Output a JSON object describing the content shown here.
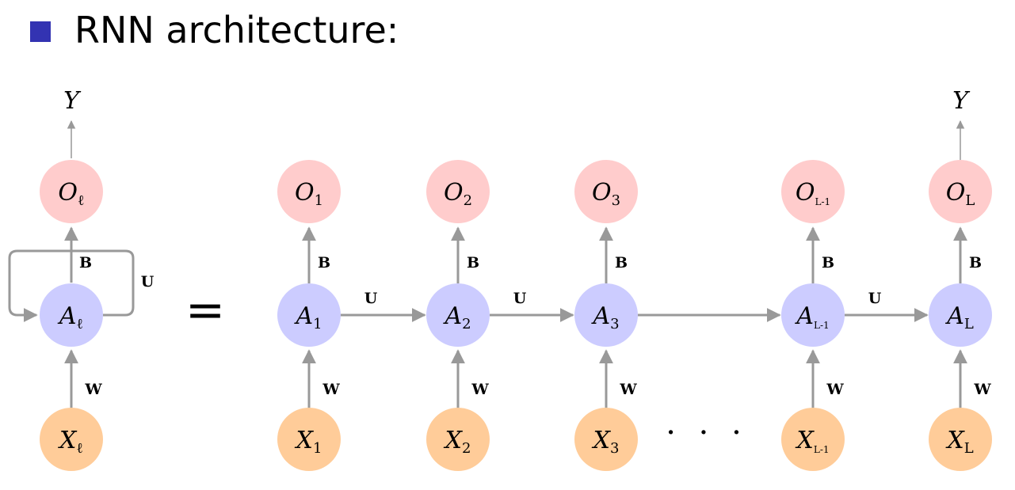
{
  "heading": {
    "text": "RNN architecture:",
    "bullet_color": "#3333b2"
  },
  "colors": {
    "output_node": "#ffcccc",
    "hidden_node": "#ccccff",
    "input_node": "#ffcc99",
    "arrow": "#999999"
  },
  "rolled": {
    "output": {
      "sym": "O",
      "sub": "ℓ"
    },
    "hidden": {
      "sym": "A",
      "sub": "ℓ"
    },
    "input": {
      "sym": "X",
      "sub": "ℓ"
    },
    "output_label": "Y",
    "weights": {
      "B": "B",
      "U": "U",
      "W": "W"
    }
  },
  "equals": "=",
  "unrolled": {
    "steps": [
      {
        "sub": "1",
        "weight_B": "B",
        "weight_W": "W",
        "weight_U": "U"
      },
      {
        "sub": "2",
        "weight_B": "B",
        "weight_W": "W",
        "weight_U": "U"
      },
      {
        "sub": "3",
        "weight_B": "B",
        "weight_W": "W",
        "weight_U": ""
      },
      {
        "sub": "L-1",
        "weight_B": "B",
        "weight_W": "W",
        "weight_U": "U"
      },
      {
        "sub": "L",
        "weight_B": "B",
        "weight_W": "W",
        "weight_U": ""
      }
    ],
    "symbols": {
      "output": "O",
      "hidden": "A",
      "input": "X"
    },
    "output_label": "Y",
    "ellipsis": "· · ·"
  }
}
